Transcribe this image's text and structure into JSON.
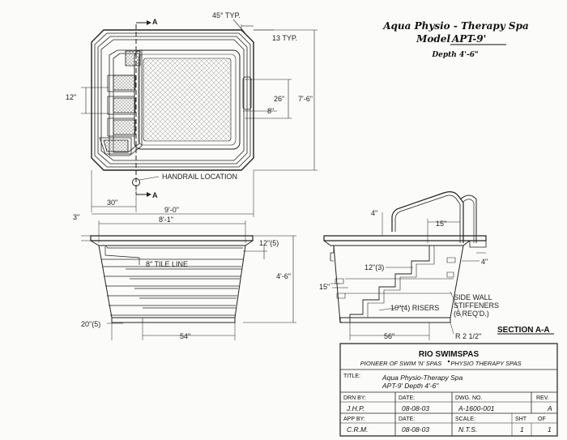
{
  "header": {
    "title": "Aqua Physio - Therapy Spa",
    "model_prefix": "Model ",
    "model": "APT-9'",
    "depth": "Depth 4'-6\""
  },
  "plan": {
    "angle": "45° TYP.",
    "typ13": "13 TYP.",
    "dim26": "26\"",
    "dim8": "8\"",
    "dim12": "12\"",
    "overall_w": "7'-6\"",
    "section_a": "A",
    "section_a2": "A",
    "handrail": "HANDRAIL LOCATION",
    "dim30": "30\"",
    "dim9ft": "9'-0\""
  },
  "elevation": {
    "dim3": "3\"",
    "dim81": "8'-1\"",
    "dim12_5": "12\"(5)",
    "tile": "8\" TILE LINE",
    "depth": "4'-6\"",
    "dim20_5": "20\"(5)",
    "dim54": "54\""
  },
  "section": {
    "dim4": "4\"",
    "dim15a": "15\"",
    "dim4b": "4\"",
    "dim12_3": "12\"(3)",
    "dim15b": "15\"",
    "risers": "10\"(4) RISERS",
    "side_wall": "SIDE WALL",
    "stiffeners": "STIFFENERS",
    "req": "(6 REQ'D.)",
    "dim56": "56\"",
    "radius": "R 2 1/2\"",
    "label": "SECTION A-A"
  },
  "title_block": {
    "company": "RIO SWIMSPAS",
    "tagline_left": "PIONEER OF SWIM 'N' SPAS",
    "tagline_right": "PHYSIO THERAPY SPAS",
    "title_label": "TITLE:",
    "title_line1": "Aqua Physio-Therapy Spa",
    "title_line2": "APT-9'  Depth 4'-6\"",
    "drn_label": "DRN BY:",
    "drn_value": "J.H.P.",
    "date_label1": "DATE:",
    "date_value1": "08-08-03",
    "dwg_label": "DWG. NO.",
    "dwg_value": "A-1600-001",
    "rev_label": "REV.",
    "rev_value": "A",
    "app_label": "APP BY:",
    "app_value": "C.R.M.",
    "date_label2": "DATE:",
    "date_value2": "08-08-03",
    "scale_label": "SCALE:",
    "scale_value": "N.T.S.",
    "sht_label": "SHT",
    "of_label": "OF",
    "sht_value": "1",
    "of_value": "1"
  }
}
